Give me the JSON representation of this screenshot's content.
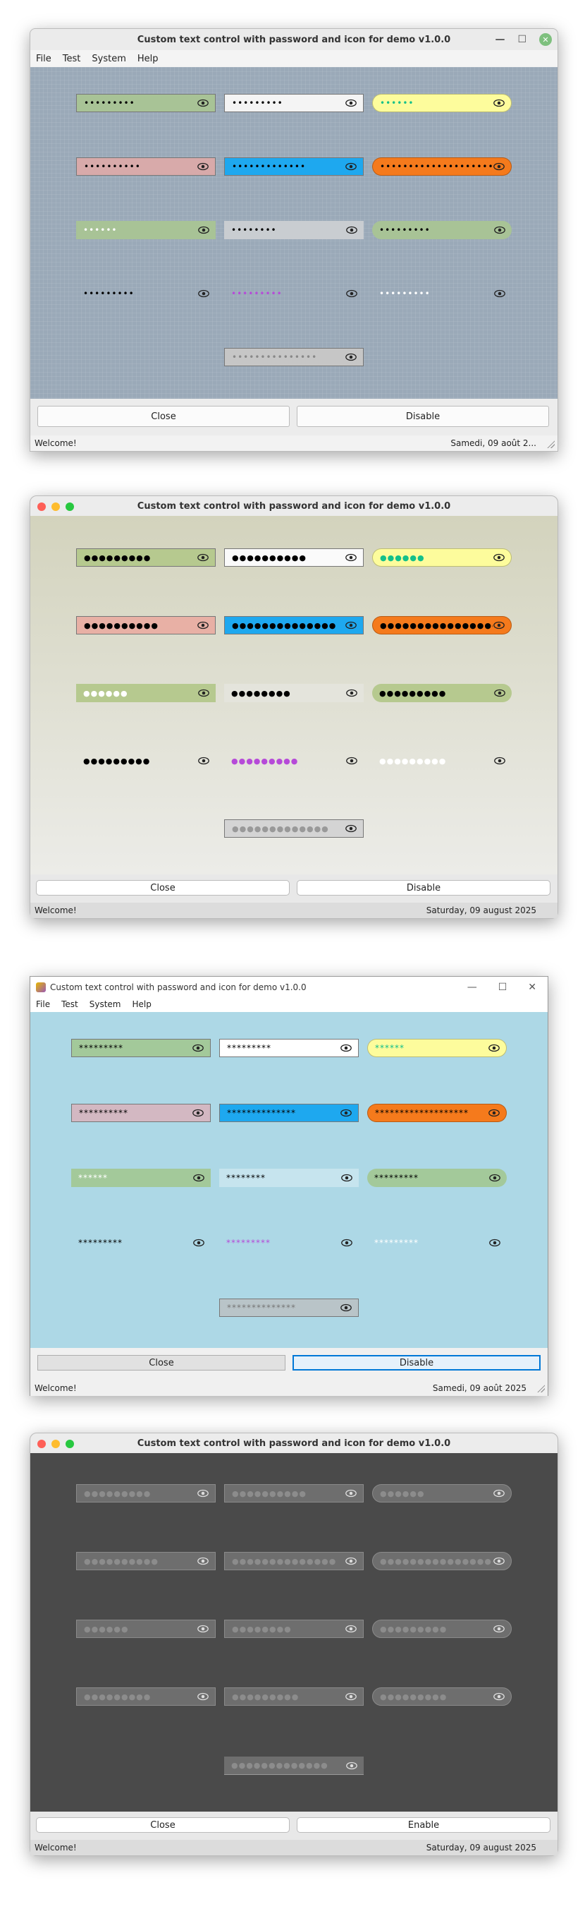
{
  "windows": [
    {
      "title": "Custom text control with password and icon for demo v1.0.0",
      "menu": [
        "File",
        "Test",
        "System",
        "Help"
      ],
      "buttons": [
        "Close",
        "Disable"
      ],
      "status_left": "Welcome!",
      "status_right": "Samedi, 09 août 2..."
    },
    {
      "title": "Custom text control with password and icon for demo v1.0.0",
      "buttons": [
        "Close",
        "Disable"
      ],
      "status_left": "Welcome!",
      "status_right": "Saturday, 09 august 2025"
    },
    {
      "title": "Custom text control with password and icon for demo v1.0.0",
      "menu": [
        "File",
        "Test",
        "System",
        "Help"
      ],
      "buttons": [
        "Close",
        "Disable"
      ],
      "status_left": "Welcome!",
      "status_right": "Samedi, 09 août 2025"
    },
    {
      "title": "Custom text control with password and icon for demo v1.0.0",
      "buttons": [
        "Close",
        "Enable"
      ],
      "status_left": "Welcome!",
      "status_right": "Saturday, 09 august 2025"
    }
  ],
  "fields": {
    "w1": [
      "•••••••••",
      "•••••••••",
      "••••••",
      "••••••••••",
      "•••••••••••••",
      "••••••••••••••••••••••••",
      "••••••",
      "••••••••",
      "•••••••••",
      "•••••••••",
      "•••••••••",
      "•••••••••",
      "•••••••••••••••"
    ],
    "w2": [
      "●●●●●●●●●",
      "●●●●●●●●●●",
      "●●●●●●",
      "●●●●●●●●●●",
      "●●●●●●●●●●●●●●",
      "●●●●●●●●●●●●●●●●",
      "●●●●●●",
      "●●●●●●●●",
      "●●●●●●●●●",
      "●●●●●●●●●",
      "●●●●●●●●●",
      "●●●●●●●●●",
      "●●●●●●●●●●●●●"
    ],
    "w3": [
      "*********",
      "*********",
      "******",
      "**********",
      "**************",
      "*******************",
      "******",
      "********",
      "*********",
      "*********",
      "*********",
      "*********",
      "**************"
    ],
    "w4": [
      "●●●●●●●●●",
      "●●●●●●●●●●",
      "●●●●●●",
      "●●●●●●●●●●",
      "●●●●●●●●●●●●●●",
      "●●●●●●●●●●●●●●●●",
      "●●●●●●",
      "●●●●●●●●",
      "●●●●●●●●●",
      "●●●●●●●●●",
      "●●●●●●●●●",
      "●●●●●●●●●",
      "●●●●●●●●●●●●●"
    ]
  },
  "colors": {
    "w1_bg": "#9aa9b8",
    "w2_bg": "#d9d9c7",
    "w3_bg": "#add8e6",
    "w4_bg": "#4a4a4a",
    "green": "#a8c396",
    "white": "#f4f4f4",
    "yellow": "#fdfc9c",
    "pink": "#d8aaaa",
    "blue": "#1ea8ef",
    "orange": "#f57a1c",
    "grey": "#c9cdd1",
    "cyan_text": "#13c08a",
    "purple": "#b64ad8"
  },
  "icons": [
    "eye-icon",
    "close-icon",
    "minimize-icon",
    "maximize-icon",
    "resize-grip-icon"
  ]
}
